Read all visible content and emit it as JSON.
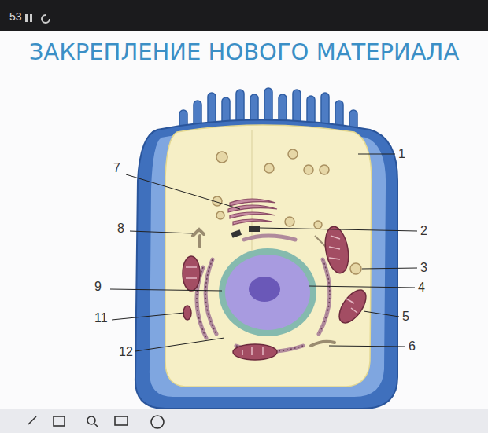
{
  "diagram": {
    "title": "ЗАКРЕПЛЕНИЕ НОВОГО МАТЕРИАЛА",
    "labels": [
      "53",
      "1",
      "2",
      "3",
      "4",
      "5",
      "6",
      "7",
      "8",
      "9",
      "11",
      "12"
    ]
  }
}
